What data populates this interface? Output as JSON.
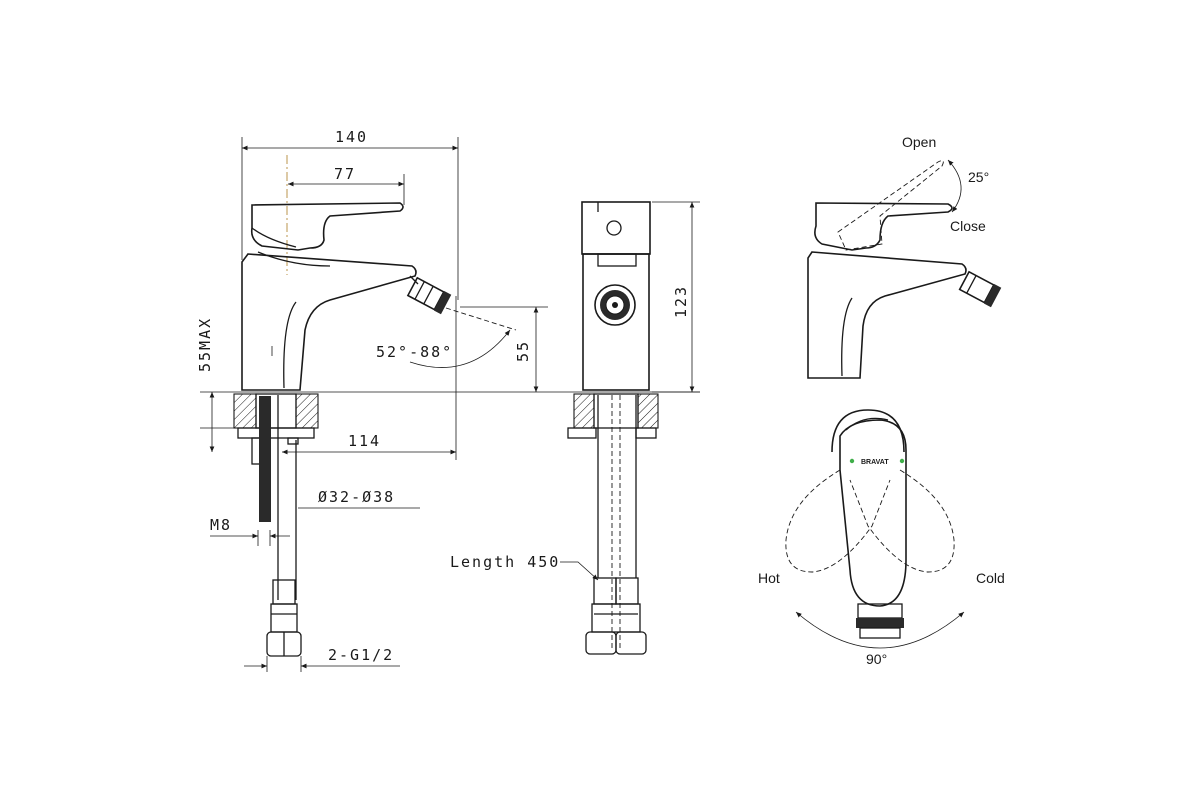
{
  "drawing": {
    "dim_140": "140",
    "dim_77": "77",
    "dim_55max": "55MAX",
    "dim_angle": "52°-88°",
    "dim_55": "55",
    "dim_114": "114",
    "dim_diam": "Ø32-Ø38",
    "dim_m8": "M8",
    "dim_g12": "2-G1/2",
    "dim_123": "123",
    "dim_length": "Length 450",
    "label_open": "Open",
    "label_25": "25°",
    "label_close": "Close",
    "label_hot": "Hot",
    "label_cold": "Cold",
    "label_90": "90°",
    "brand": "BRAVAT",
    "colors": {
      "line": "#1a1a1a",
      "centerline": "#b48a3a",
      "brand_dot": "#3fae49"
    }
  }
}
